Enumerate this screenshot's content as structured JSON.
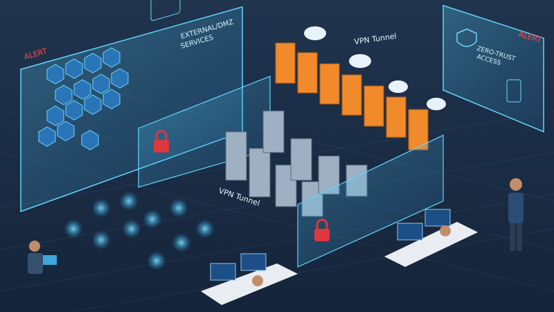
{
  "labels": {
    "alert_left": "ALERT",
    "alert_right": "ALERT",
    "dmz_line1": "EXTERNAL/DMZ",
    "dmz_line2": "SERVICES",
    "vpn_top": "VPN Tunnel",
    "vpn_center": "VPN Tunnel",
    "zt_line1": "ZERO-TRUST",
    "zt_line2": "ACCESS"
  },
  "icons": {
    "padlock": "padlock-icon",
    "cloud": "cloud-icon",
    "shield": "shield-check-icon",
    "user": "user-node-icon"
  },
  "colors": {
    "background": "#1b2c42",
    "glass": "#4fd3ff",
    "alert": "#ff4a4a",
    "lock": "#e0363e",
    "server_orange": "#f08a2a",
    "server_gray": "#9fb0c2",
    "node_glow": "#3fc8ff"
  }
}
